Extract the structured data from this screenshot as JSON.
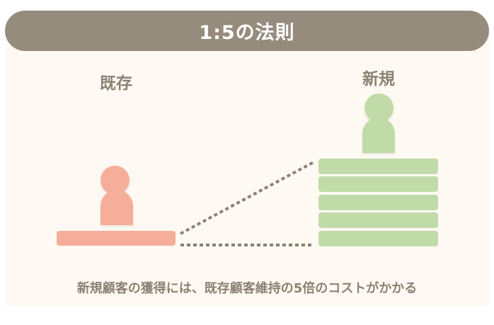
{
  "title": "1:5の法則",
  "existing": {
    "label": "既存",
    "color": "#f5ae9a",
    "bar_count": 1
  },
  "new": {
    "label": "新規",
    "color": "#c1dba8",
    "bar_count": 5
  },
  "caption": "新規顧客の獲得には、既存顧客維持の5倍のコストがかかる",
  "colors": {
    "title_bg": "#968c7d",
    "panel_bg": "#fef9f2",
    "text": "#8a8275",
    "dotted_line": "#8a8275"
  }
}
